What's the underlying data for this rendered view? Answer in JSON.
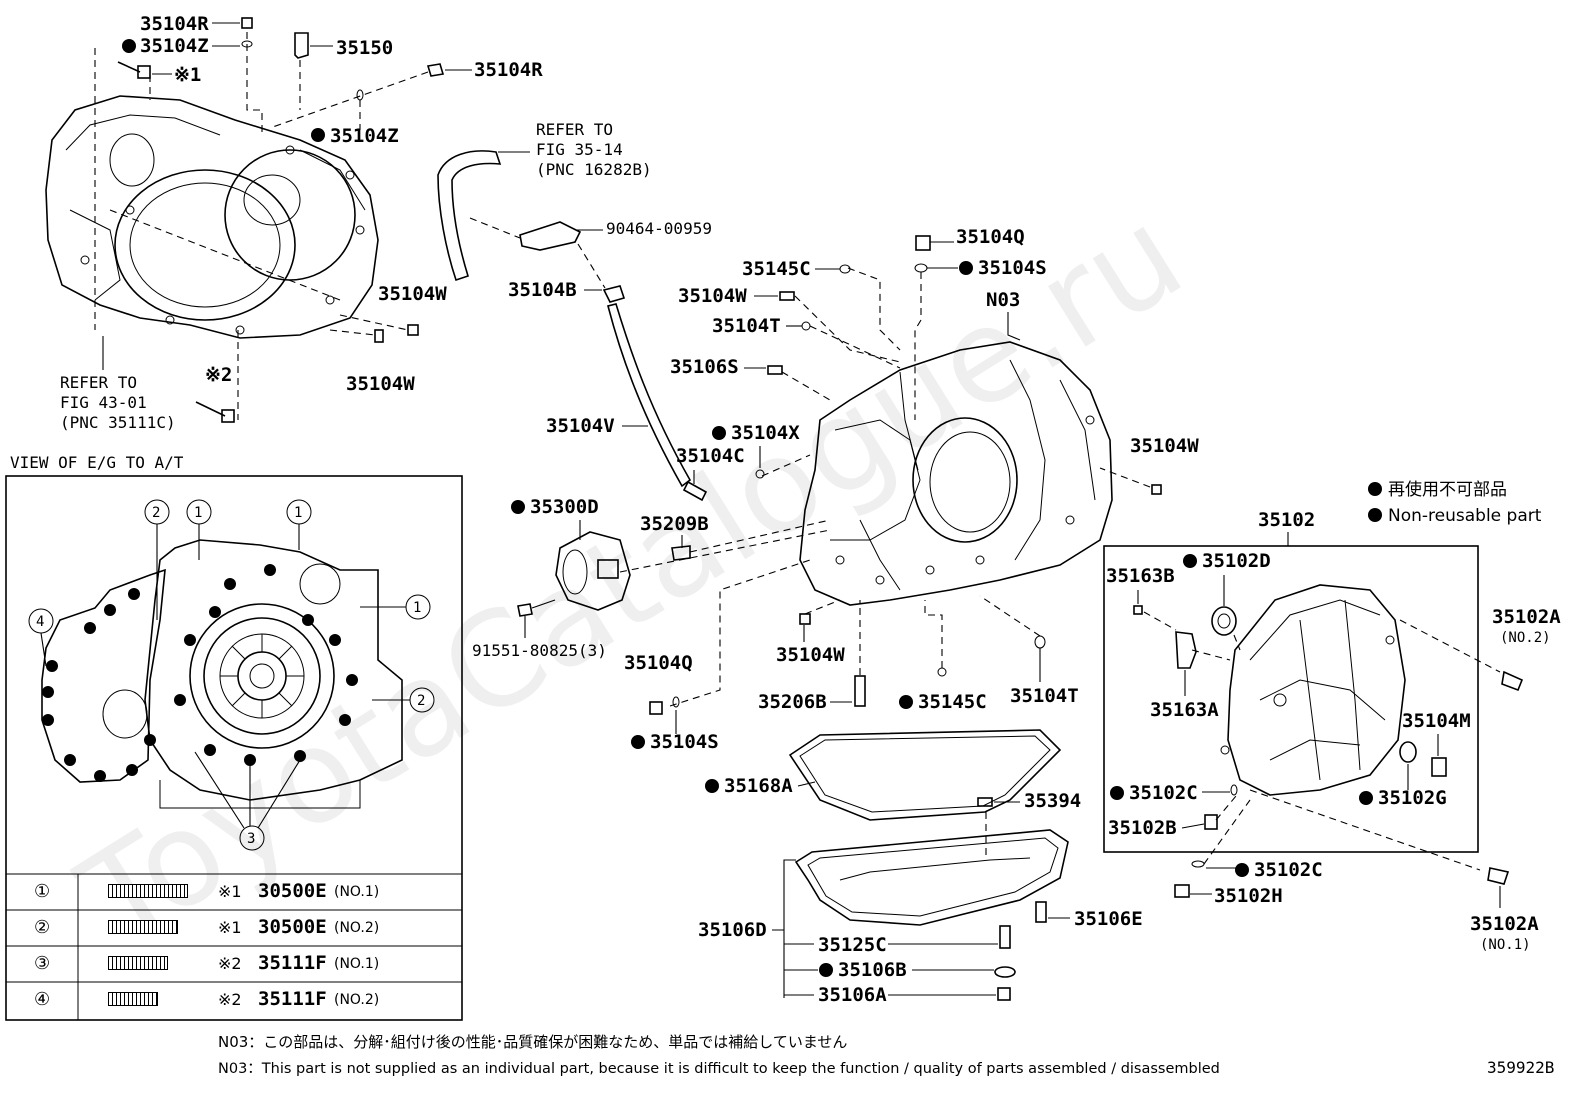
{
  "diagram_code": "359922B",
  "watermark": "ToyotaCatalogue.ru",
  "section_title": "VIEW OF E/G TO A/T",
  "legend": {
    "dot": "●",
    "jp": "再使用不可部品",
    "en": "Non-reusable part"
  },
  "footnotes": {
    "jp": "N03：この部品は、分解･組付け後の性能･品質確保が困難なため、単品では補給していません",
    "en": "N03：This part is not supplied as an individual part, because it is difficult to keep the function / quality of parts assembled / disassembled"
  },
  "refs": {
    "fig43": [
      "REFER TO",
      "FIG 43-01",
      "(PNC 35111C)"
    ],
    "fig35": [
      "REFER TO",
      "FIG 35-14",
      "(PNC 16282B)"
    ]
  },
  "labels": {
    "l35104R_a": "35104R",
    "l35104Z_a": "35104Z",
    "l35150": "35150",
    "l35104R_b": "35104R",
    "l35104Z_b": "35104Z",
    "note1": "※1",
    "l35104W_a": "35104W",
    "l35104W_b": "35104W",
    "note2": "※2",
    "l90464": "90464-00959",
    "l35104B": "35104B",
    "l35145C_a": "35145C",
    "l35104Q_a": "35104Q",
    "l35104S_a": "35104S",
    "l35104W_c": "35104W",
    "lN03": "N03",
    "l35104T_a": "35104T",
    "l35106S": "35106S",
    "l35104V": "35104V",
    "l35104X": "35104X",
    "l35104C": "35104C",
    "l35104W_d": "35104W",
    "l35300D": "35300D",
    "l35209B": "35209B",
    "l91551": "91551-80825(3)",
    "l35104Q_b": "35104Q",
    "l35104S_b": "35104S",
    "l35104W_e": "35104W",
    "l35206B": "35206B",
    "l35145C_b": "35145C",
    "l35104T_b": "35104T",
    "l35168A": "35168A",
    "l35394": "35394",
    "l35106D": "35106D",
    "l35125C": "35125C",
    "l35106B": "35106B",
    "l35106A": "35106A",
    "l35106E": "35106E",
    "l35102": "35102",
    "l35163B": "35163B",
    "l35102D": "35102D",
    "l35102A_a": "35102A",
    "l35102A_a_sub": "(NO.2)",
    "l35163A": "35163A",
    "l35104M": "35104M",
    "l35102C_a": "35102C",
    "l35102G": "35102G",
    "l35102B": "35102B",
    "l35102C_b": "35102C",
    "l35102H": "35102H",
    "l35102A_b": "35102A",
    "l35102A_b_sub": "(NO.1)"
  },
  "callouts": {
    "c1": "1",
    "c2": "2",
    "c3": "3",
    "c4": "4"
  },
  "bolt_table": [
    {
      "ref": "①",
      "note": "※1",
      "part": "30500E",
      "sub": "(NO.1)"
    },
    {
      "ref": "②",
      "note": "※1",
      "part": "30500E",
      "sub": "(NO.2)"
    },
    {
      "ref": "③",
      "note": "※2",
      "part": "35111F",
      "sub": "(NO.1)"
    },
    {
      "ref": "④",
      "note": "※2",
      "part": "35111F",
      "sub": "(NO.2)"
    }
  ]
}
